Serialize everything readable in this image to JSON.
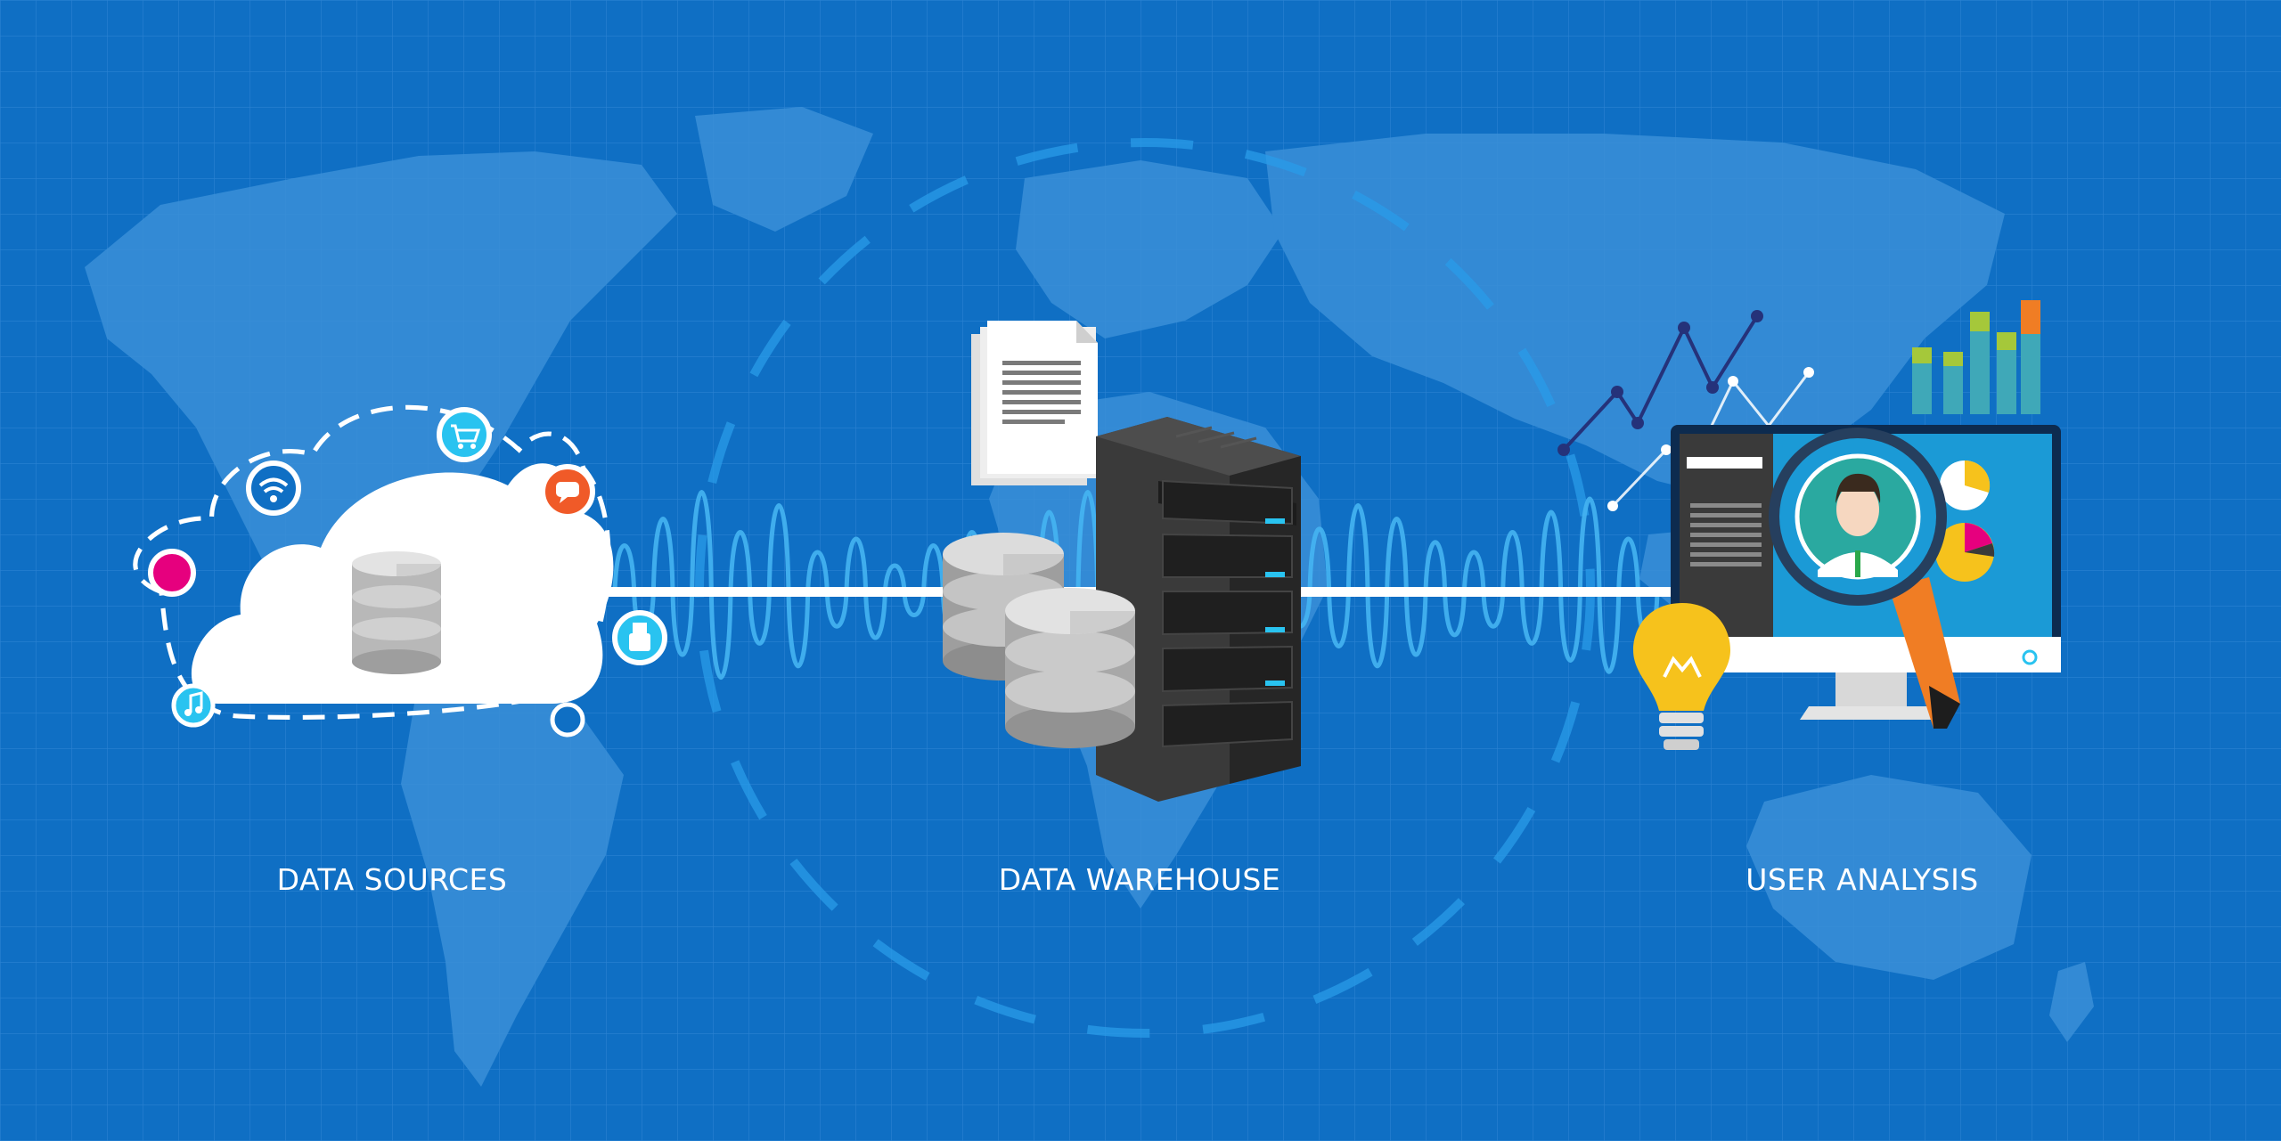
{
  "stages": [
    {
      "id": "sources",
      "label": "DATA SOURCES"
    },
    {
      "id": "warehouse",
      "label": "DATA WAREHOUSE"
    },
    {
      "id": "analysis",
      "label": "USER ANALYSIS"
    }
  ],
  "cloud_icons": [
    "wifi-icon",
    "shopping-cart-icon",
    "chat-bubble-icon",
    "usb-icon",
    "music-note-icon",
    "dot-icon"
  ],
  "colors": {
    "background": "#0f6fc4",
    "grid": "#2e86d6",
    "map": "#3b8fd8",
    "accent_cyan": "#29c3f0",
    "accent_magenta": "#e6007e",
    "accent_orange": "#f05a28",
    "server": "#2b2b2b",
    "disk": "#bdbdbd",
    "bulb": "#f6c21c",
    "chart_green": "#a5c83a",
    "chart_orange": "#f07d24",
    "chart_teal": "#3fa8b8"
  }
}
